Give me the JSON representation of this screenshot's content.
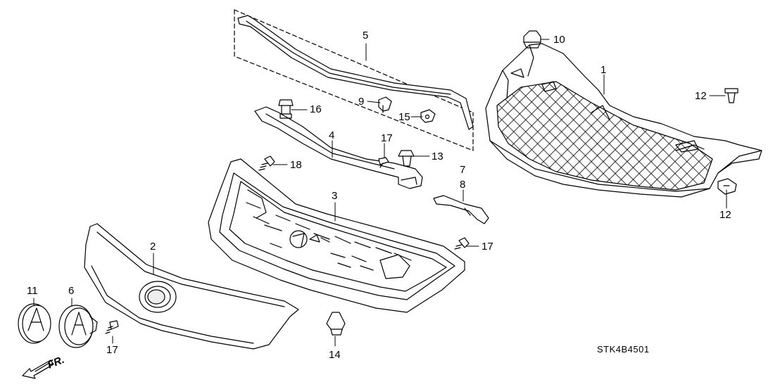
{
  "diagram": {
    "code": "STK4B4501",
    "direction_label": "FR.",
    "callouts": {
      "c1": "1",
      "c2": "2",
      "c3": "3",
      "c4": "4",
      "c5": "5",
      "c6": "6",
      "c7": "7",
      "c8": "8",
      "c9": "9",
      "c10": "10",
      "c11": "11",
      "c12a": "12",
      "c12b": "12",
      "c13": "13",
      "c14": "14",
      "c15": "15",
      "c16": "16",
      "c17a": "17",
      "c17b": "17",
      "c17c": "17",
      "c18": "18"
    }
  }
}
